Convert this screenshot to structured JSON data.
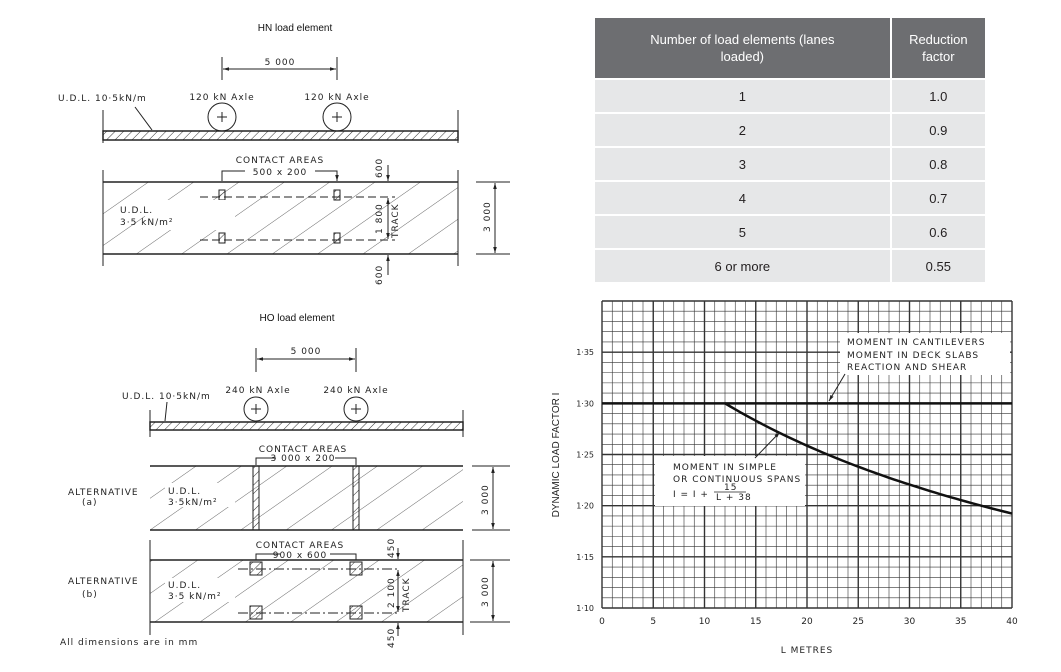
{
  "hn": {
    "title": "HN load element",
    "spacing": "5 000",
    "udl_line": "U.D.L. 10·5kN/m",
    "axle1": "120 kN Axle",
    "axle2": "120 kN Axle",
    "contact_areas": "CONTACT  AREAS",
    "contact_size": "500 x 200",
    "udl_area": "U.D.L.",
    "udl_area_value": "3·5 kN/m²",
    "edge_top": "600",
    "edge_bottom": "600",
    "track": "1 800",
    "track_label": "TRACK",
    "width": "3 000"
  },
  "ho": {
    "title": "HO load element",
    "spacing": "5 000",
    "udl_line": "U.D.L. 10·5kN/m",
    "axle1": "240 kN Axle",
    "axle2": "240 kN Axle",
    "alt_a": {
      "label": "ALTERNATIVE",
      "sub": "(a)",
      "contact_areas": "CONTACT  AREAS",
      "contact_size": "3 000 x 200",
      "udl_area": "U.D.L.",
      "udl_area_value": "3·5kN/m²",
      "width": "3 000"
    },
    "alt_b": {
      "label": "ALTERNATIVE",
      "sub": "(b)",
      "contact_areas": "CONTACT  AREAS",
      "contact_size": "900 x 600",
      "udl_area": "U.D.L.",
      "udl_area_value": "3·5 kN/m²",
      "edge_top": "450",
      "edge_bottom": "450",
      "track": "2 100",
      "track_label": "TRACK",
      "width": "3 000"
    },
    "note": "All dimensions are in mm"
  },
  "table": {
    "headers": [
      "Number of load elements (lanes loaded)",
      "Reduction factor"
    ],
    "rows": [
      [
        "1",
        "1.0"
      ],
      [
        "2",
        "0.9"
      ],
      [
        "3",
        "0.8"
      ],
      [
        "4",
        "0.7"
      ],
      [
        "5",
        "0.6"
      ],
      [
        "6 or more",
        "0.55"
      ]
    ]
  },
  "chart_data": {
    "type": "line",
    "xlabel": "L  METRES",
    "ylabel": "DYNAMIC LOAD FACTOR I",
    "xlim": [
      0,
      40
    ],
    "ylim": [
      1.1,
      1.4
    ],
    "xticks": [
      "0",
      "5",
      "10",
      "15",
      "20",
      "25",
      "30",
      "35",
      "40"
    ],
    "yticks": [
      "1·10",
      "1·15",
      "1·20",
      "1·25",
      "1·30",
      "1·35"
    ],
    "grid": true,
    "series": [
      {
        "name": "MOMENT IN CANTILEVERS / MOMENT IN DECK SLABS / REACTION AND SHEAR",
        "x": [
          0,
          40
        ],
        "y": [
          1.3,
          1.3
        ]
      },
      {
        "name": "MOMENT IN SIMPLE OR CONTINUOUS SPANS",
        "x": [
          12,
          15,
          20,
          25,
          30,
          35,
          40
        ],
        "y": [
          1.3,
          1.283,
          1.257,
          1.238,
          1.221,
          1.205,
          1.192
        ]
      }
    ],
    "annotations": {
      "upper": [
        "MOMENT  IN  CANTILEVERS",
        "MOMENT  IN  DECK  SLABS",
        "REACTION  AND  SHEAR"
      ],
      "lower": [
        "MOMENT  IN  SIMPLE",
        "OR  CONTINUOUS  SPANS"
      ],
      "formula": "I = I +",
      "formula_num": "15",
      "formula_den": "L + 38"
    },
    "line_color": "#111111"
  }
}
